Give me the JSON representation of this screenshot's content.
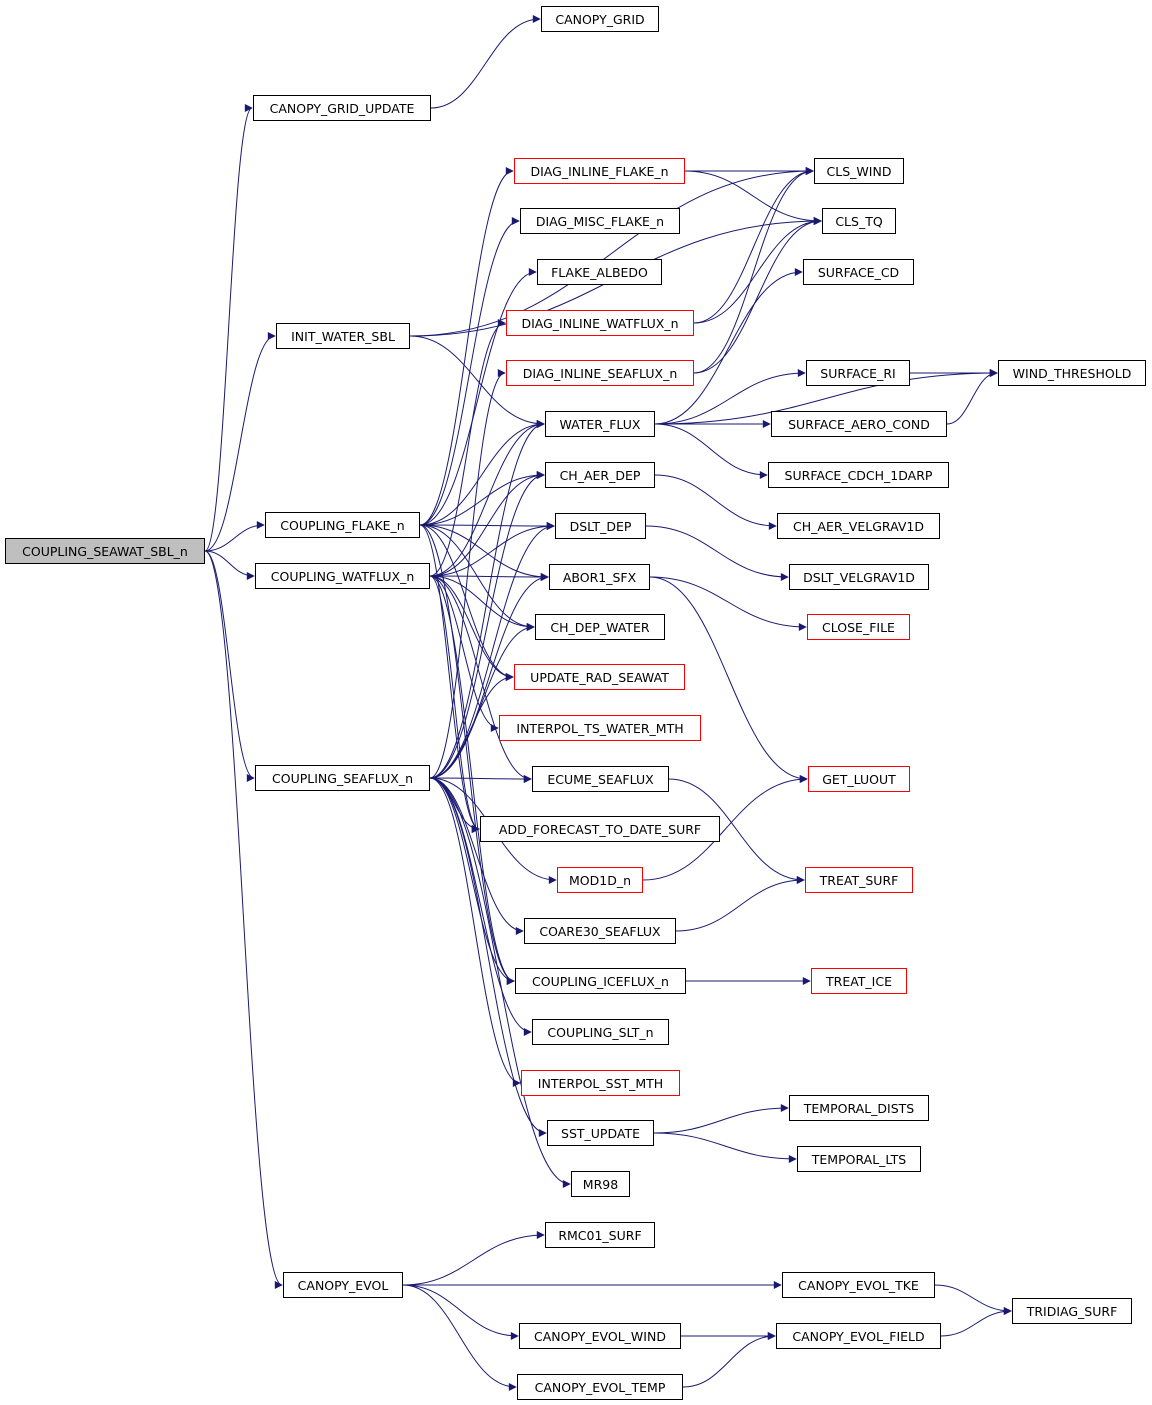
{
  "diagram": {
    "colors": {
      "edge": "#191970",
      "box_border": "#000000",
      "incomplete_border": "#ff0000",
      "root_fill": "#bfbfbf"
    },
    "nodes": [
      {
        "id": "root",
        "label": "COUPLING_SEAWAT_SBL_n",
        "style": "root"
      },
      {
        "id": "cgu",
        "label": "CANOPY_GRID_UPDATE",
        "style": "normal"
      },
      {
        "id": "cg",
        "label": "CANOPY_GRID",
        "style": "normal"
      },
      {
        "id": "iws",
        "label": "INIT_WATER_SBL",
        "style": "normal"
      },
      {
        "id": "cfl",
        "label": "COUPLING_FLAKE_n",
        "style": "normal"
      },
      {
        "id": "cwf",
        "label": "COUPLING_WATFLUX_n",
        "style": "normal"
      },
      {
        "id": "csf",
        "label": "COUPLING_SEAFLUX_n",
        "style": "normal"
      },
      {
        "id": "cev",
        "label": "CANOPY_EVOL",
        "style": "normal"
      },
      {
        "id": "dif",
        "label": "DIAG_INLINE_FLAKE_n",
        "style": "incomplete"
      },
      {
        "id": "dmf",
        "label": "DIAG_MISC_FLAKE_n",
        "style": "normal"
      },
      {
        "id": "fal",
        "label": "FLAKE_ALBEDO",
        "style": "normal"
      },
      {
        "id": "diw",
        "label": "DIAG_INLINE_WATFLUX_n",
        "style": "incomplete"
      },
      {
        "id": "dis",
        "label": "DIAG_INLINE_SEAFLUX_n",
        "style": "incomplete"
      },
      {
        "id": "wfx",
        "label": "WATER_FLUX",
        "style": "normal"
      },
      {
        "id": "cad",
        "label": "CH_AER_DEP",
        "style": "normal"
      },
      {
        "id": "dsd",
        "label": "DSLT_DEP",
        "style": "normal"
      },
      {
        "id": "abo",
        "label": "ABOR1_SFX",
        "style": "normal"
      },
      {
        "id": "cdw",
        "label": "CH_DEP_WATER",
        "style": "normal"
      },
      {
        "id": "urs",
        "label": "UPDATE_RAD_SEAWAT",
        "style": "incomplete"
      },
      {
        "id": "itw",
        "label": "INTERPOL_TS_WATER_MTH",
        "style": "incomplete"
      },
      {
        "id": "ecu",
        "label": "ECUME_SEAFLUX",
        "style": "normal"
      },
      {
        "id": "aft",
        "label": "ADD_FORECAST_TO_DATE_SURF",
        "style": "normal"
      },
      {
        "id": "m1d",
        "label": "MOD1D_n",
        "style": "incomplete"
      },
      {
        "id": "coa",
        "label": "COARE30_SEAFLUX",
        "style": "normal"
      },
      {
        "id": "cif",
        "label": "COUPLING_ICEFLUX_n",
        "style": "normal"
      },
      {
        "id": "csl",
        "label": "COUPLING_SLT_n",
        "style": "normal"
      },
      {
        "id": "ism",
        "label": "INTERPOL_SST_MTH",
        "style": "incomplete"
      },
      {
        "id": "ssu",
        "label": "SST_UPDATE",
        "style": "normal"
      },
      {
        "id": "mr9",
        "label": "MR98",
        "style": "normal"
      },
      {
        "id": "rmc",
        "label": "RMC01_SURF",
        "style": "normal"
      },
      {
        "id": "cew",
        "label": "CANOPY_EVOL_WIND",
        "style": "normal"
      },
      {
        "id": "cet",
        "label": "CANOPY_EVOL_TEMP",
        "style": "normal"
      },
      {
        "id": "clw",
        "label": "CLS_WIND",
        "style": "normal"
      },
      {
        "id": "ctq",
        "label": "CLS_TQ",
        "style": "normal"
      },
      {
        "id": "scd",
        "label": "SURFACE_CD",
        "style": "normal"
      },
      {
        "id": "sri",
        "label": "SURFACE_RI",
        "style": "normal"
      },
      {
        "id": "sac",
        "label": "SURFACE_AERO_COND",
        "style": "normal"
      },
      {
        "id": "scdh",
        "label": "SURFACE_CDCH_1DARP",
        "style": "normal"
      },
      {
        "id": "cav",
        "label": "CH_AER_VELGRAV1D",
        "style": "normal"
      },
      {
        "id": "dsv",
        "label": "DSLT_VELGRAV1D",
        "style": "normal"
      },
      {
        "id": "clf",
        "label": "CLOSE_FILE",
        "style": "incomplete"
      },
      {
        "id": "glo",
        "label": "GET_LUOUT",
        "style": "incomplete"
      },
      {
        "id": "trs",
        "label": "TREAT_SURF",
        "style": "incomplete"
      },
      {
        "id": "tri",
        "label": "TREAT_ICE",
        "style": "incomplete"
      },
      {
        "id": "tpd",
        "label": "TEMPORAL_DISTS",
        "style": "normal"
      },
      {
        "id": "tpl",
        "label": "TEMPORAL_LTS",
        "style": "normal"
      },
      {
        "id": "cek",
        "label": "CANOPY_EVOL_TKE",
        "style": "normal"
      },
      {
        "id": "cef",
        "label": "CANOPY_EVOL_FIELD",
        "style": "normal"
      },
      {
        "id": "wth",
        "label": "WIND_THRESHOLD",
        "style": "normal"
      },
      {
        "id": "tds",
        "label": "TRIDIAG_SURF",
        "style": "normal"
      }
    ],
    "edges": [
      [
        "root",
        "cgu"
      ],
      [
        "root",
        "iws"
      ],
      [
        "root",
        "cfl"
      ],
      [
        "root",
        "cwf"
      ],
      [
        "root",
        "csf"
      ],
      [
        "root",
        "cev"
      ],
      [
        "cgu",
        "cg"
      ],
      [
        "iws",
        "clw"
      ],
      [
        "iws",
        "ctq"
      ],
      [
        "iws",
        "wfx"
      ],
      [
        "cfl",
        "dif"
      ],
      [
        "cfl",
        "dmf"
      ],
      [
        "cfl",
        "fal"
      ],
      [
        "cfl",
        "wfx"
      ],
      [
        "cfl",
        "cad"
      ],
      [
        "cfl",
        "dsd"
      ],
      [
        "cfl",
        "abo"
      ],
      [
        "cfl",
        "cdw"
      ],
      [
        "cfl",
        "urs"
      ],
      [
        "cfl",
        "aft"
      ],
      [
        "cfl",
        "cif"
      ],
      [
        "cwf",
        "diw"
      ],
      [
        "cwf",
        "wfx"
      ],
      [
        "cwf",
        "cad"
      ],
      [
        "cwf",
        "dsd"
      ],
      [
        "cwf",
        "abo"
      ],
      [
        "cwf",
        "cdw"
      ],
      [
        "cwf",
        "urs"
      ],
      [
        "cwf",
        "itw"
      ],
      [
        "cwf",
        "aft"
      ],
      [
        "cwf",
        "cif"
      ],
      [
        "cwf",
        "ecu"
      ],
      [
        "csf",
        "dis"
      ],
      [
        "csf",
        "wfx"
      ],
      [
        "csf",
        "cad"
      ],
      [
        "csf",
        "dsd"
      ],
      [
        "csf",
        "abo"
      ],
      [
        "csf",
        "cdw"
      ],
      [
        "csf",
        "urs"
      ],
      [
        "csf",
        "ecu"
      ],
      [
        "csf",
        "aft"
      ],
      [
        "csf",
        "m1d"
      ],
      [
        "csf",
        "coa"
      ],
      [
        "csf",
        "cif"
      ],
      [
        "csf",
        "csl"
      ],
      [
        "csf",
        "ism"
      ],
      [
        "csf",
        "ssu"
      ],
      [
        "csf",
        "mr9"
      ],
      [
        "cev",
        "rmc"
      ],
      [
        "cev",
        "cek"
      ],
      [
        "cev",
        "cew"
      ],
      [
        "cev",
        "cet"
      ],
      [
        "dif",
        "clw"
      ],
      [
        "dif",
        "ctq"
      ],
      [
        "diw",
        "clw"
      ],
      [
        "diw",
        "ctq"
      ],
      [
        "dis",
        "clw"
      ],
      [
        "dis",
        "ctq"
      ],
      [
        "wfx",
        "scd"
      ],
      [
        "wfx",
        "sri"
      ],
      [
        "wfx",
        "sac"
      ],
      [
        "wfx",
        "scdh"
      ],
      [
        "wfx",
        "wth"
      ],
      [
        "sri",
        "wth"
      ],
      [
        "sac",
        "wth"
      ],
      [
        "cad",
        "cav"
      ],
      [
        "dsd",
        "dsv"
      ],
      [
        "abo",
        "clf"
      ],
      [
        "abo",
        "glo"
      ],
      [
        "ecu",
        "trs"
      ],
      [
        "m1d",
        "glo"
      ],
      [
        "coa",
        "trs"
      ],
      [
        "cif",
        "tri"
      ],
      [
        "ssu",
        "tpd"
      ],
      [
        "ssu",
        "tpl"
      ],
      [
        "cew",
        "cef"
      ],
      [
        "cet",
        "cef"
      ],
      [
        "cek",
        "tds"
      ],
      [
        "cef",
        "tds"
      ]
    ]
  }
}
